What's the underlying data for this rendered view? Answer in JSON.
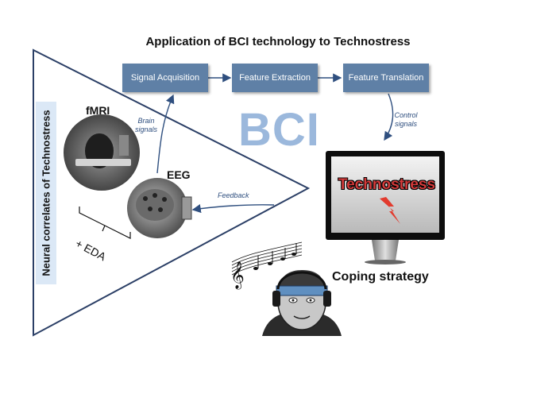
{
  "title": "Application of BCI technology to Technostress",
  "boxes": {
    "signal_acquisition": "Signal Acquisition",
    "feature_extraction": "Feature Extraction",
    "feature_translation": "Feature Translation"
  },
  "bci_label": "BCI",
  "side_label": "Neural correlates  of Technostress",
  "arrow_labels": {
    "brain_signals_1": "Brain",
    "brain_signals_2": "signals",
    "control_signals_1": "Control",
    "control_signals_2": "signals",
    "feedback": "Feedback"
  },
  "modalities": {
    "fmri": "fMRI",
    "eeg": "EEG",
    "eda": "+ EDA"
  },
  "monitor_text": "Technostress",
  "coping_label": "Coping strategy",
  "colors": {
    "box_fill": "#5f80a6",
    "bci_text": "#9bb8dc",
    "arrow": "#2f4f7f",
    "side_label_bg": "#dbe8f6",
    "technostress_text": "#d33a3a"
  }
}
